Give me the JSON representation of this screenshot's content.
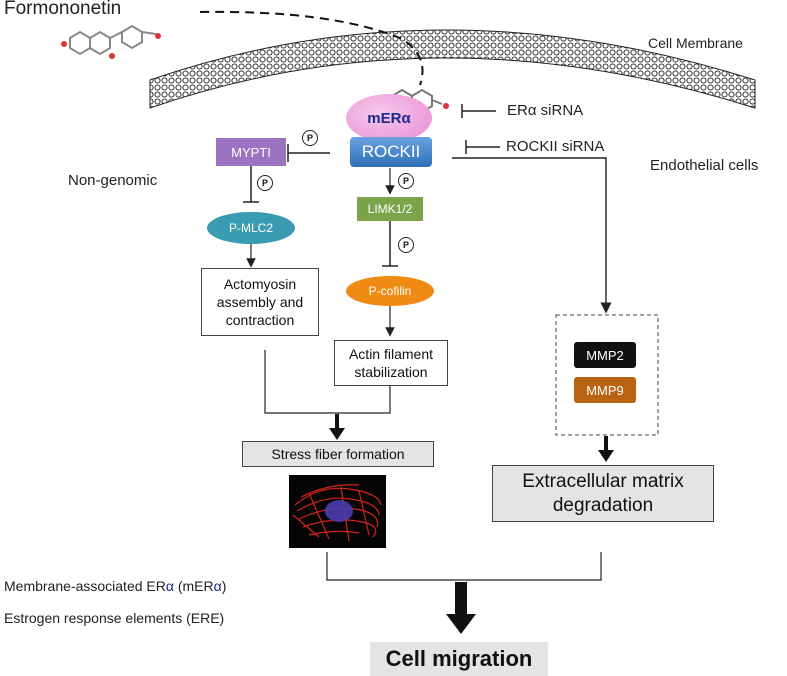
{
  "labels": {
    "formononetin": "Formononetin",
    "cell_membrane": "Cell Membrane",
    "endothelial": "Endothelial cells",
    "non_genomic": "Non-genomic",
    "era_sirna": "ERα siRNA",
    "rockii_sirna": "ROCKII siRNA"
  },
  "nodes": {
    "mera": "mERα",
    "rockii": "ROCKII",
    "mypti": "MYPTI",
    "pmlc2": "P-MLC2",
    "limk": "LIMK1/2",
    "pcofilin": "P-cofilin",
    "mmp2": "MMP2",
    "mmp9": "MMP9",
    "phospho": "P"
  },
  "boxes": {
    "actomyosin": "Actomyosin assembly and contraction",
    "actin": "Actin filament stabilization",
    "stress": "Stress fiber formation",
    "ecm": "Extracellular matrix degradation",
    "migration": "Cell migration"
  },
  "legend": {
    "line1_a": "Membrane-associated ER",
    "line1_alpha": "α",
    "line1_b": " (mER",
    "line1_alpha2": "α",
    "line1_c": ")",
    "line2": "Estrogen response elements (ERE)"
  },
  "colors": {
    "mera_pink": "#e98ad3",
    "rockii_blue": "#3d7cc4",
    "mypti_purple": "#9b73c0",
    "pmlc2_teal": "#3a9bb3",
    "limk_green": "#7aa34a",
    "pcofilin_orange": "#ef8a12",
    "mmp2_black": "#111111",
    "mmp9_brown": "#b86412",
    "gray_box": "#e4e4e4"
  }
}
